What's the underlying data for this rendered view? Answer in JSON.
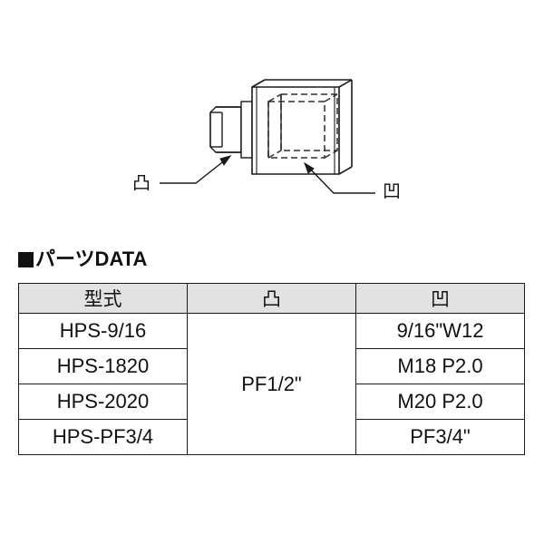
{
  "drawing": {
    "description": "Isometric technical drawing of an adapter fitting with male threaded boss and cubic body with internal cavity",
    "callouts": [
      {
        "id": "male-callout",
        "label": "凸",
        "position": "left",
        "points_to": "male-threaded-boss"
      },
      {
        "id": "female-callout",
        "label": "凹",
        "position": "right",
        "points_to": "internal-cavity"
      }
    ],
    "colors": {
      "line": "#1a1a1a",
      "hidden_line": "#3a3a3a",
      "background": "#ffffff"
    }
  },
  "parts_data": {
    "title_bullet": "■",
    "title": "パーツDATA",
    "headers": [
      "型式",
      "凸",
      "凹"
    ],
    "merged_convex_value": "PF1/2\"",
    "rows": [
      {
        "model": "HPS-9/16",
        "concave": "9/16\"W12"
      },
      {
        "model": "HPS-1820",
        "concave": "M18 P2.0"
      },
      {
        "model": "HPS-2020",
        "concave": "M20 P2.0"
      },
      {
        "model": "HPS-PF3/4",
        "concave": "PF3/4\""
      }
    ],
    "colors": {
      "header_fill": "#e2e2e2",
      "border": "#1a1a1a",
      "text": "#111111"
    }
  }
}
